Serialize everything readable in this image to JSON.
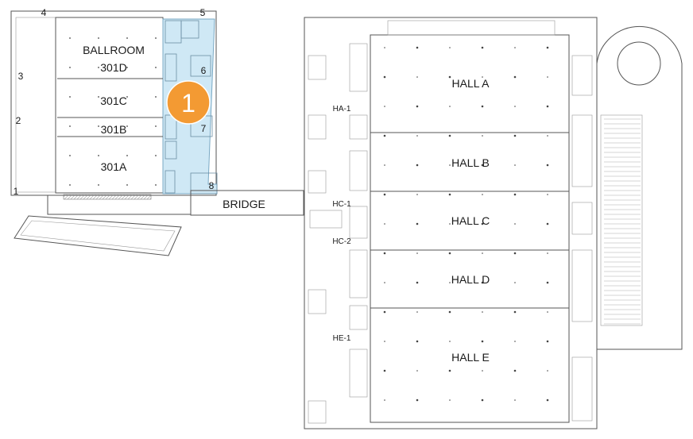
{
  "colors": {
    "highlight": "#cfe8f5",
    "marker": "#f39a33",
    "wall": "#555555"
  },
  "ballroom": {
    "title": "BALLROOM",
    "rooms": [
      "301D",
      "301C",
      "301B",
      "301A"
    ],
    "exits": [
      "1",
      "2",
      "3",
      "4",
      "5",
      "6",
      "7",
      "8"
    ]
  },
  "bridge": {
    "label": "BRIDGE"
  },
  "halls": {
    "names": [
      "HALL A",
      "HALL B",
      "HALL C",
      "HALL D",
      "HALL E"
    ],
    "entrances": [
      "HA-1",
      "HC-1",
      "HC-2",
      "HE-1"
    ]
  },
  "marker": {
    "label": "1"
  }
}
